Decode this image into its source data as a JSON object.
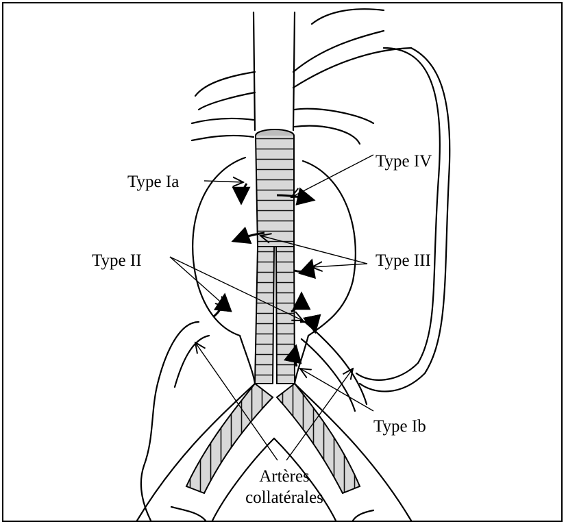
{
  "labels": {
    "type_ia": "Type Ia",
    "type_iv": "Type IV",
    "type_ii": "Type II",
    "type_iii": "Type III",
    "type_ib": "Type Ib",
    "collaterals_line1": "Artères",
    "collaterals_line2": "collatérales"
  },
  "colors": {
    "ink": "#000000",
    "background": "#ffffff",
    "graft_fill": "#d8d8d8"
  }
}
